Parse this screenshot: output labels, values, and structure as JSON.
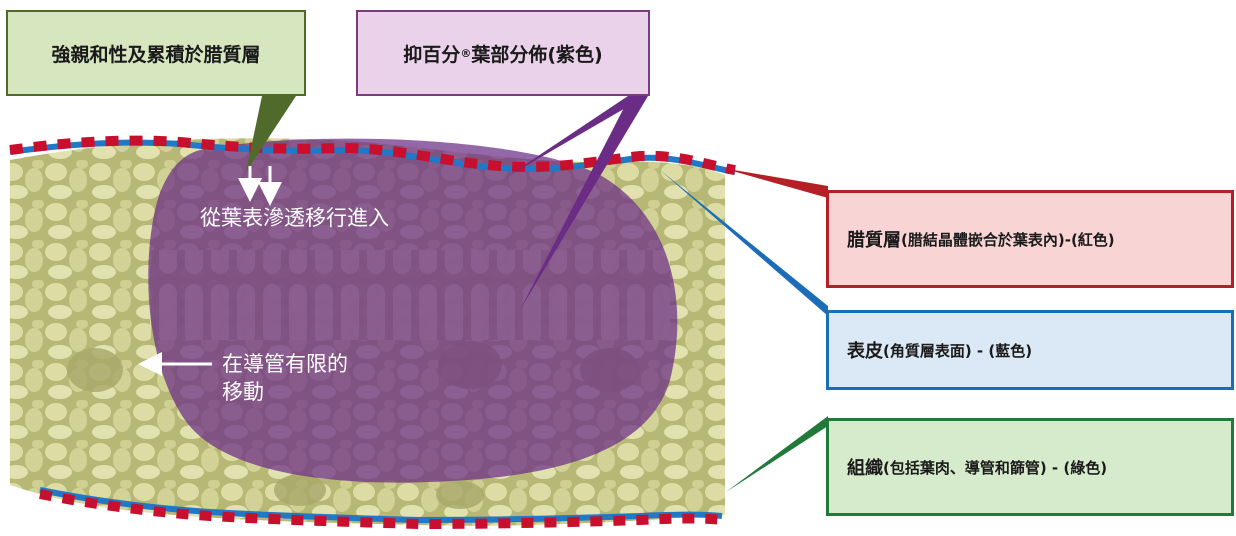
{
  "labels": {
    "affinity": "強親和性及累積於腊質層",
    "distribution_pre": "抑百分",
    "distribution_mark": "®",
    "distribution_post": "葉部分佈(紫色)",
    "wax_main": "腊質層",
    "wax_detail": "(腊結晶體嵌合於葉表內)-(紅色)",
    "cuticle_main": "表皮",
    "cuticle_detail": " (角質層表面) - (藍色)",
    "tissue_main": "組織",
    "tissue_detail": " (包括葉肉、導管和篩管) - (綠色)"
  },
  "annotations": {
    "penetrate": "從葉表滲透移行進入",
    "limited_line1": "在導管有限的",
    "limited_line2": "移動"
  },
  "colors": {
    "wax": "#c8102e",
    "cuticle": "#1f78c8",
    "tissue": "#2c8a3c",
    "distribution": "#6b2c86",
    "affinity_border": "#4f6a2a",
    "leaf_tissue": "#c9c98a"
  }
}
